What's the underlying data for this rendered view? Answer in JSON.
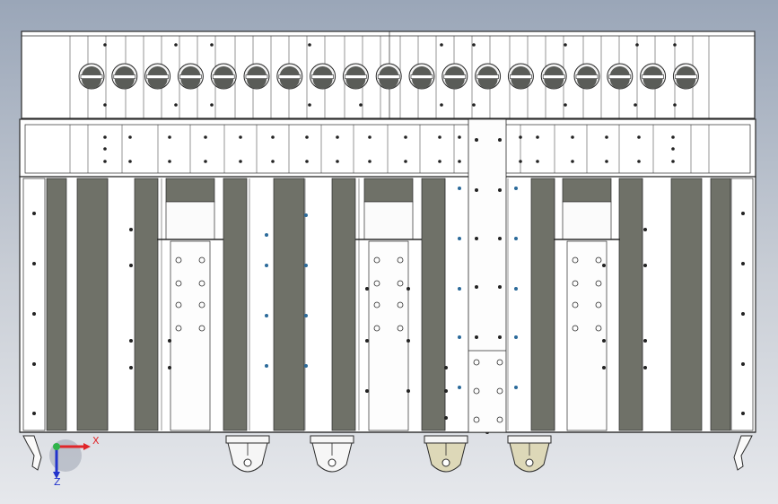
{
  "viewport": {
    "background_top": "#9aa6b8",
    "background_bottom": "#e6e8ec"
  },
  "colors": {
    "line": "#2a2a2a",
    "panel": "#ffffff",
    "dark_strip": "#6f7168",
    "knob_fill": "#5a5c58",
    "bracket_tan": "#ddd8b8",
    "hole_blue": "#2b6a9a",
    "axis_x": "#e0262a",
    "axis_y": "#2233cc",
    "axis_origin": "#2fb44a"
  },
  "axes": {
    "x_label": "X",
    "z_label": "Z"
  },
  "drawing": {
    "knob_count": 19,
    "bay_count": 3,
    "lower_bracket_count": 4,
    "corner_foot_count": 2
  }
}
